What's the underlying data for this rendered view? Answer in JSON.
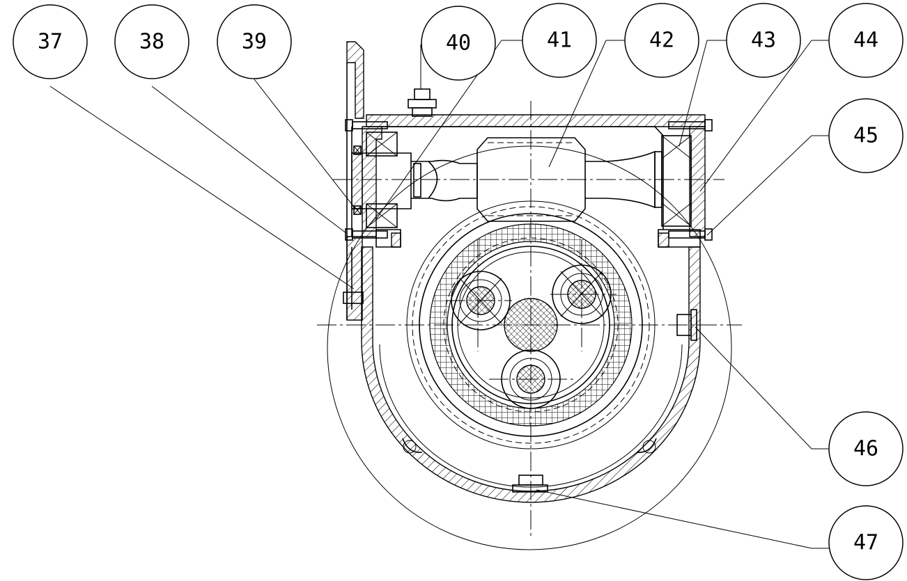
{
  "drawing": {
    "callouts": [
      {
        "id": "c37",
        "text": "37"
      },
      {
        "id": "c38",
        "text": "38"
      },
      {
        "id": "c39",
        "text": "39"
      },
      {
        "id": "c40",
        "text": "40"
      },
      {
        "id": "c41",
        "text": "41"
      },
      {
        "id": "c42",
        "text": "42"
      },
      {
        "id": "c43",
        "text": "43"
      },
      {
        "id": "c44",
        "text": "44"
      },
      {
        "id": "c45",
        "text": "45"
      },
      {
        "id": "c46",
        "text": "46"
      },
      {
        "id": "c47",
        "text": "47"
      }
    ],
    "line_color": "#000000",
    "background": "#ffffff"
  }
}
